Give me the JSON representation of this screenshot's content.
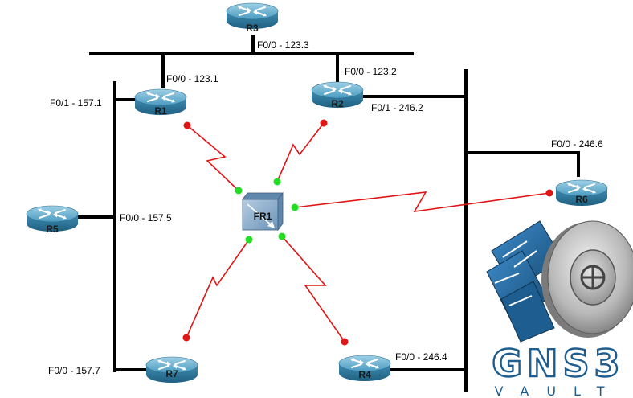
{
  "colors": {
    "segment": "#000000",
    "serial_link": "#e01515",
    "port_down": "#e01515",
    "port_up": "#22dd22",
    "router_body": "#3a8db0",
    "switch_body": "#7ea3c3",
    "logo_blue": "#1d5d8f"
  },
  "routers": [
    {
      "id": "R1",
      "label": "R1"
    },
    {
      "id": "R2",
      "label": "R2"
    },
    {
      "id": "R3",
      "label": "R3"
    },
    {
      "id": "R4",
      "label": "R4"
    },
    {
      "id": "R5",
      "label": "R5"
    },
    {
      "id": "R6",
      "label": "R6"
    },
    {
      "id": "R7",
      "label": "R7"
    }
  ],
  "frame_relay_switch": {
    "label": "FR1"
  },
  "interface_labels": {
    "r3_f00": "F0/0 - 123.3",
    "r1_f00": "F0/0 - 123.1",
    "r2_f00": "F0/0 - 123.2",
    "r1_f01": "F0/1 - 157.1",
    "r2_f01": "F0/1 - 246.2",
    "r6_f00": "F0/0 - 246.6",
    "r5_f00": "F0/0 - 157.5",
    "r7_f00": "F0/0 - 157.7",
    "r4_f00": "F0/0 - 246.4"
  },
  "logo": {
    "line1": "GNS3",
    "line2": "VAULT",
    "icon": "gns3-vault-logo-icon"
  }
}
